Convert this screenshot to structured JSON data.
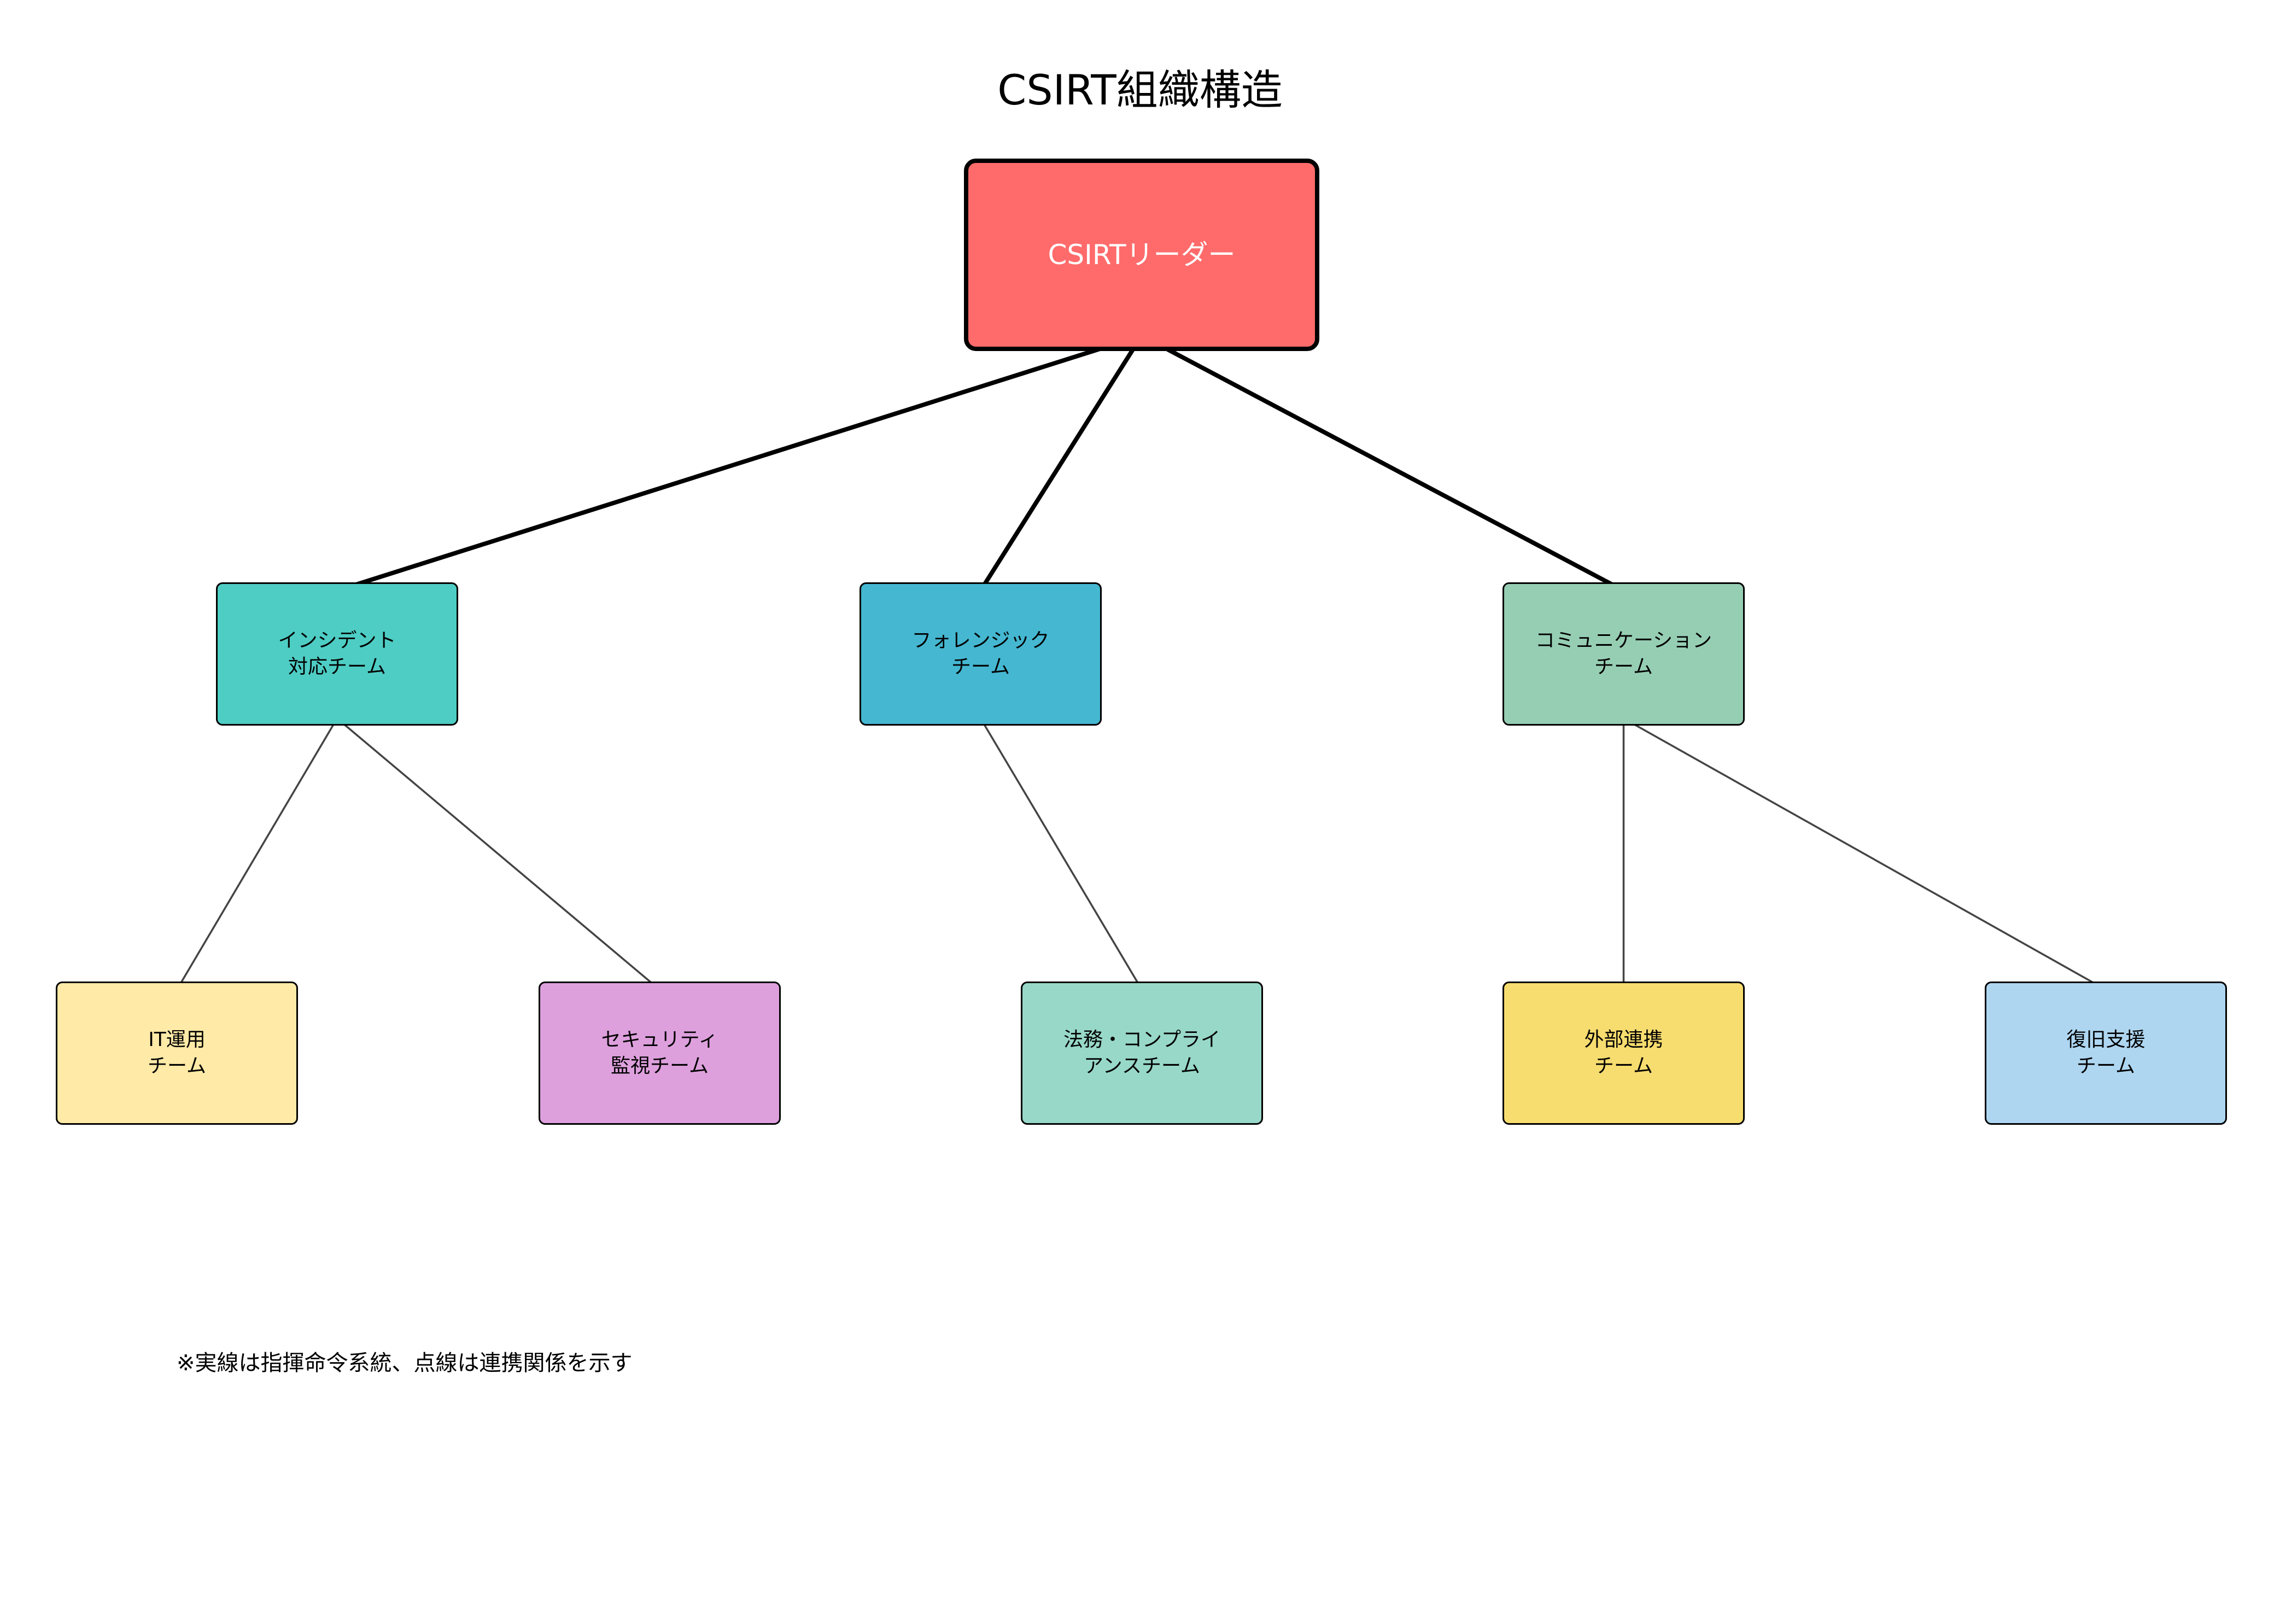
{
  "title": "CSIRT組織構造",
  "note": "※実線は指揮命令系統、点線は連携関係を示す",
  "nodes": {
    "leader": {
      "lines": [
        "CSIRTリーダー"
      ],
      "color": "#ff6b6b"
    },
    "incident": {
      "lines": [
        "インシデント",
        "対応チーム"
      ],
      "color": "#4ecdc4"
    },
    "forensic": {
      "lines": [
        "フォレンジック",
        "チーム"
      ],
      "color": "#45b7d1"
    },
    "communication": {
      "lines": [
        "コミュニケーション",
        "チーム"
      ],
      "color": "#96ceb4"
    },
    "it_ops": {
      "lines": [
        "IT運用",
        "チーム"
      ],
      "color": "#ffeaa7"
    },
    "security_monitoring": {
      "lines": [
        "セキュリティ",
        "監視チーム"
      ],
      "color": "#dda0dd"
    },
    "legal": {
      "lines": [
        "法務・コンプライ",
        "アンスチーム"
      ],
      "color": "#98d8c8"
    },
    "external": {
      "lines": [
        "外部連携",
        "チーム"
      ],
      "color": "#f7dc6f"
    },
    "recovery": {
      "lines": [
        "復旧支援",
        "チーム"
      ],
      "color": "#aed6f1"
    }
  },
  "edges": [
    {
      "from": "leader",
      "to": "incident",
      "type": "command"
    },
    {
      "from": "leader",
      "to": "forensic",
      "type": "command"
    },
    {
      "from": "leader",
      "to": "communication",
      "type": "command"
    },
    {
      "from": "incident",
      "to": "it_ops",
      "type": "sub"
    },
    {
      "from": "incident",
      "to": "security_monitoring",
      "type": "sub"
    },
    {
      "from": "forensic",
      "to": "legal",
      "type": "sub"
    },
    {
      "from": "communication",
      "to": "external",
      "type": "sub"
    },
    {
      "from": "communication",
      "to": "recovery",
      "type": "sub"
    }
  ]
}
